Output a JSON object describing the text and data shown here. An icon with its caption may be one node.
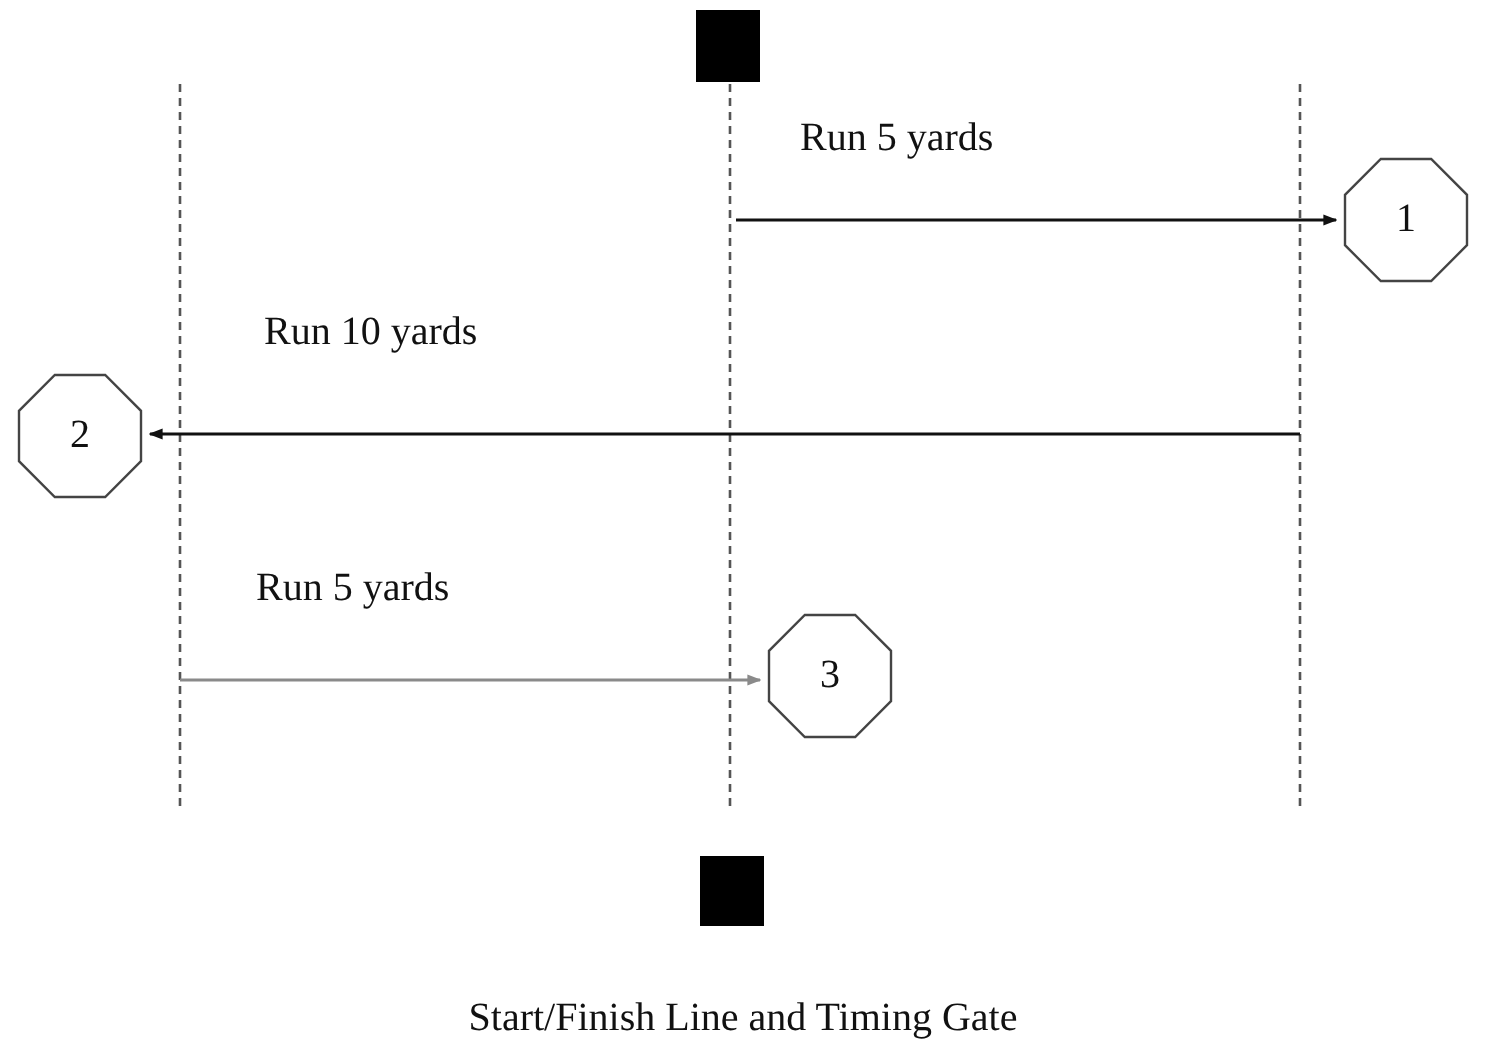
{
  "diagram": {
    "nodes": [
      {
        "text": [
          "1"
        ]
      },
      {
        "text": [
          "2"
        ]
      },
      {
        "text": [
          "3"
        ]
      }
    ],
    "edges": [
      {
        "from": null,
        "to": 0,
        "arrow": "to",
        "label": "Run 5 yards"
      },
      {
        "from": null,
        "to": 1,
        "arrow": "to",
        "label": "Run 10 yards"
      },
      {
        "from": null,
        "to": 2,
        "arrow": "to",
        "label": "Run 5 yards",
        "color": "#8a8a8a"
      }
    ],
    "caption": "Start/Finish Line and Timing Gate"
  }
}
